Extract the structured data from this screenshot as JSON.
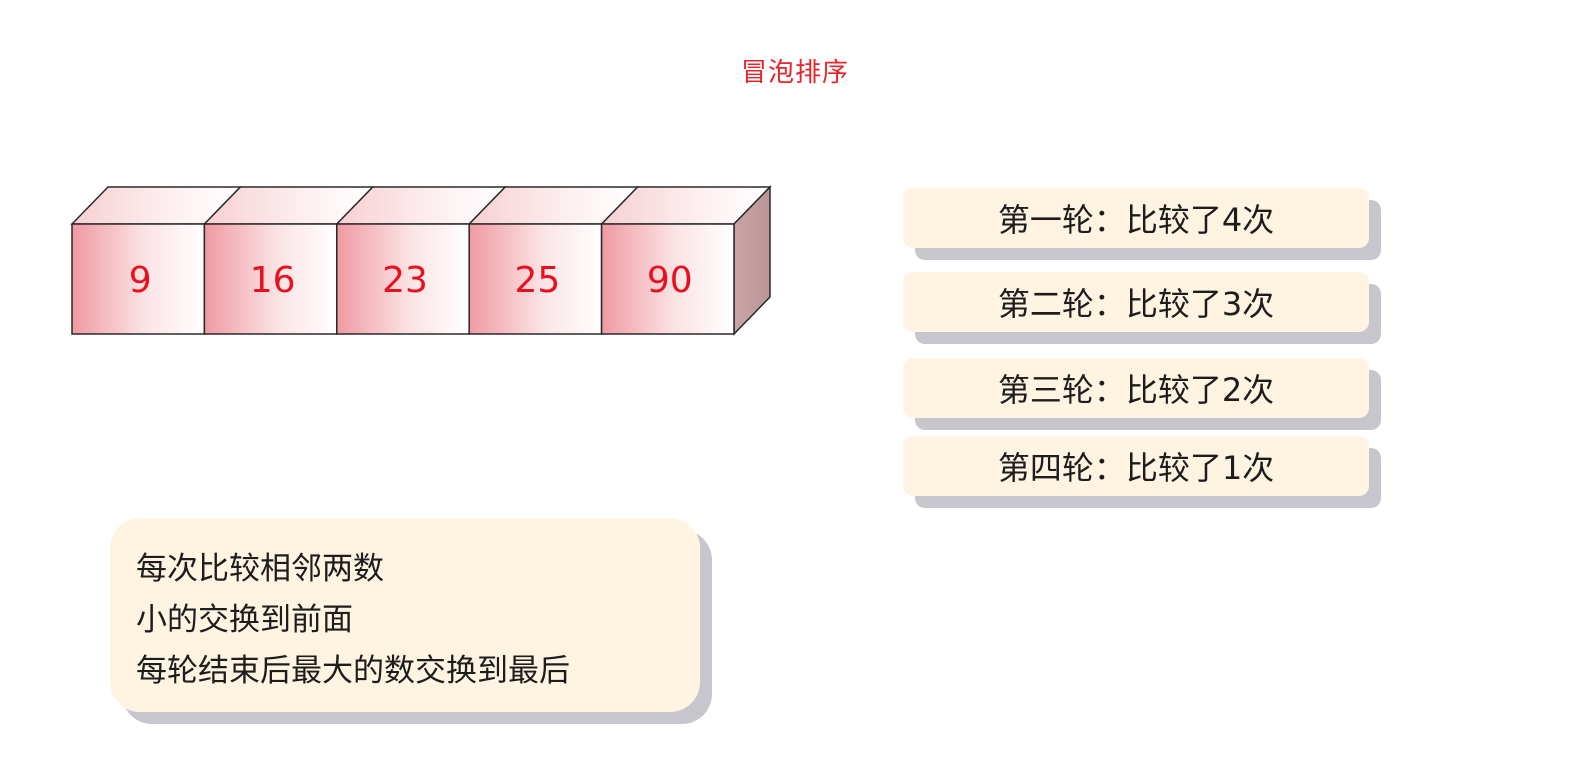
{
  "title": "冒泡排序",
  "array": {
    "values": [
      "9",
      "16",
      "23",
      "25",
      "90"
    ],
    "number_color": "#e8101c",
    "face_color": "#f1a8ad",
    "top_color": "#f7d3d6",
    "side_color": "#c7a8aa"
  },
  "rounds": [
    "第一轮：比较了4次",
    "第二轮：比较了3次",
    "第三轮：比较了2次",
    "第四轮：比较了1次"
  ],
  "note": {
    "lines": [
      "每次比较相邻两数",
      "小的交换到前面",
      "每轮结束后最大的数交换到最后"
    ]
  },
  "colors": {
    "title": "#e8232a",
    "card_bg": "#fff3e2",
    "card_shadow": "#c7c6cc"
  }
}
